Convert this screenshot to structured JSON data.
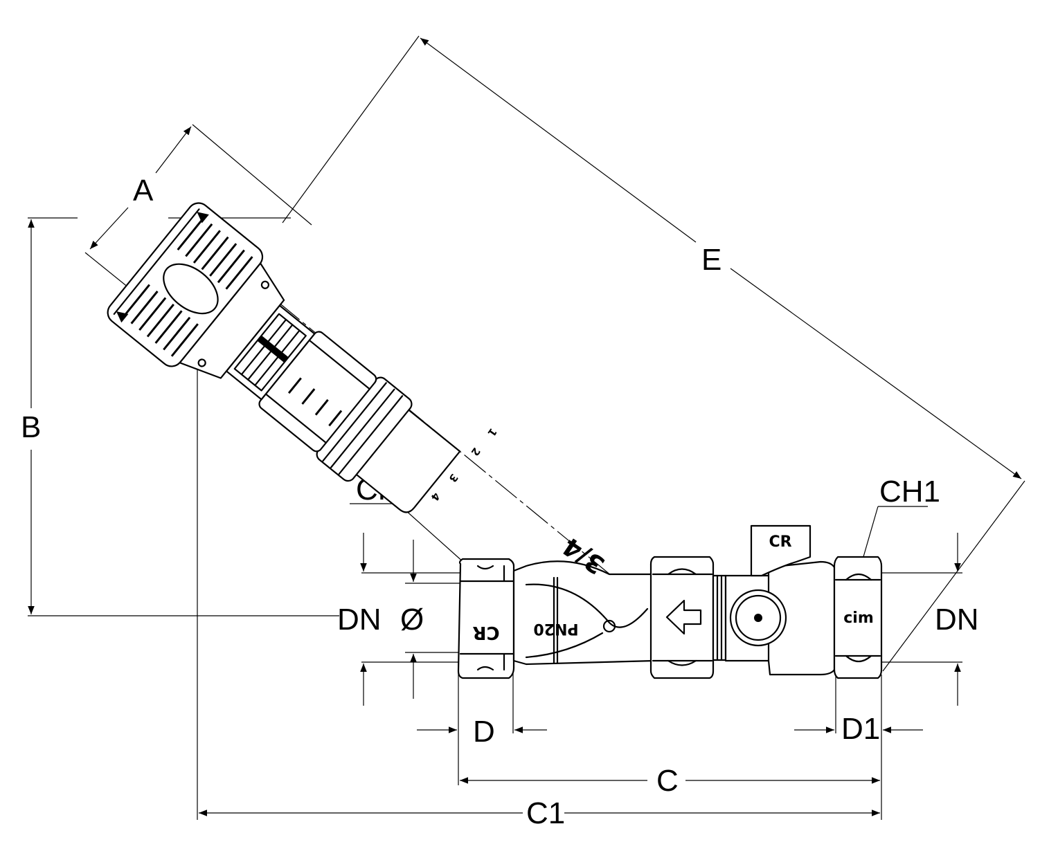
{
  "dimensions": {
    "A": "A",
    "B": "B",
    "E": "E",
    "CH": "CH",
    "CH1": "CH1",
    "DN_left": "DN",
    "DN_right": "DN",
    "diameter": "Ø",
    "D": "D",
    "D1": "D1",
    "C": "C",
    "C1": "C1"
  },
  "body_markings": {
    "logo_left": "CR",
    "pressure": "PN20",
    "size": "3/4",
    "logo_valve": "CR",
    "brand_right": "cim"
  },
  "scale_numbers": [
    "1",
    "2",
    "3",
    "4"
  ]
}
